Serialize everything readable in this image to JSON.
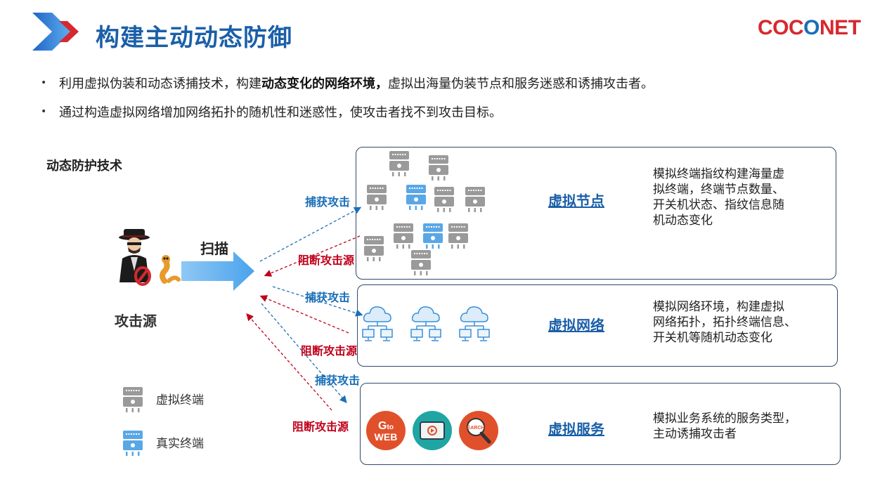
{
  "header": {
    "title": "构建主动动态防御",
    "logo_parts": [
      "COC",
      "O",
      "NET"
    ],
    "colors": {
      "title": "#1a5fa8",
      "logo_red": "#d7282f",
      "logo_blue": "#1a6fb8",
      "chevron_blue": "#2b7bd6",
      "chevron_red": "#d7282f"
    }
  },
  "bullets": [
    {
      "pre": "利用虚拟伪装和动态诱捕技术，构建",
      "bold": "动态变化的网络环境，",
      "post": "虚拟出海量伪装节点和服务迷惑和诱捕攻击者。"
    },
    {
      "pre": "通过构造虚拟网络增加网络拓扑的随机性和迷惑性，使攻击者找不到攻击目标。",
      "bold": "",
      "post": ""
    }
  ],
  "section_title": "动态防护技术",
  "attacker": {
    "label": "攻击源",
    "scan_label": "扫描",
    "icons": [
      "hacker-icon",
      "worm-icon",
      "no-sign-icon"
    ]
  },
  "arrow_labels": {
    "capture_1": "捕获攻击",
    "block_1": "阻断攻击源",
    "capture_2": "捕获攻击",
    "block_2": "阻断攻击源",
    "capture_3": "捕获攻击",
    "block_3": "阻断攻击源"
  },
  "boxes": {
    "nodes": {
      "label": "虚拟节点",
      "desc": [
        "模拟终端指纹构建海量虚",
        "拟终端，终端节点数量、",
        "开关机状态、指纹信息随",
        "机动态变化"
      ]
    },
    "network": {
      "label": "虚拟网络",
      "desc": [
        "模拟网络环境，构建虚拟",
        "网络拓扑，拓扑终端信息、",
        "开关机等随机动态变化"
      ]
    },
    "services": {
      "label": "虚拟服务",
      "desc": [
        "模拟业务系统的服务类型，",
        "主动诱捕攻击者"
      ],
      "icons": [
        {
          "name": "go-to-web-icon",
          "text_top": "G",
          "text_mid": "to",
          "text_bottom": "WEB",
          "color": "#e0512b"
        },
        {
          "name": "video-player-icon",
          "color": "#1fa6a2"
        },
        {
          "name": "search-icon",
          "text": "EARCH",
          "color": "#e0512b"
        }
      ]
    }
  },
  "legend": [
    {
      "label": "虚拟终端",
      "icon": "virtual-terminal-icon",
      "color": "#9a9a9a"
    },
    {
      "label": "真实终端",
      "icon": "real-terminal-icon",
      "color": "#5aa7e6"
    }
  ]
}
